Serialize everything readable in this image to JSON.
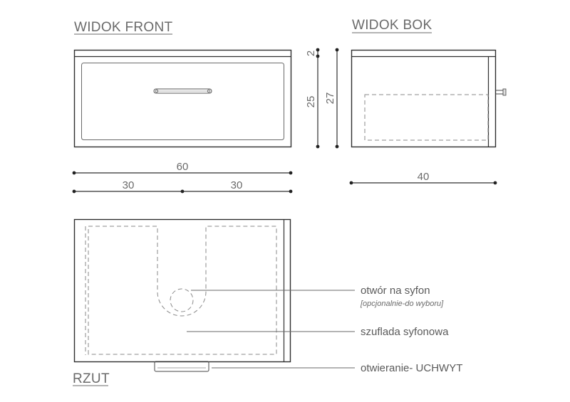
{
  "views": {
    "front_title": "WIDOK FRONT",
    "side_title": "WIDOK BOK",
    "plan_title": "RZUT"
  },
  "dimensions": {
    "front_width": "60",
    "front_half_left": "30",
    "front_half_right": "30",
    "side_depth": "40",
    "top_thickness": "2",
    "drawer_height": "25",
    "total_height": "27"
  },
  "annotations": {
    "siphon_hole": "otwór na syfon",
    "siphon_hole_note": "[opcjonalnie-do wyboru]",
    "siphon_drawer": "szuflada syfonowa",
    "handle": "otwieranie- UCHWYT"
  }
}
